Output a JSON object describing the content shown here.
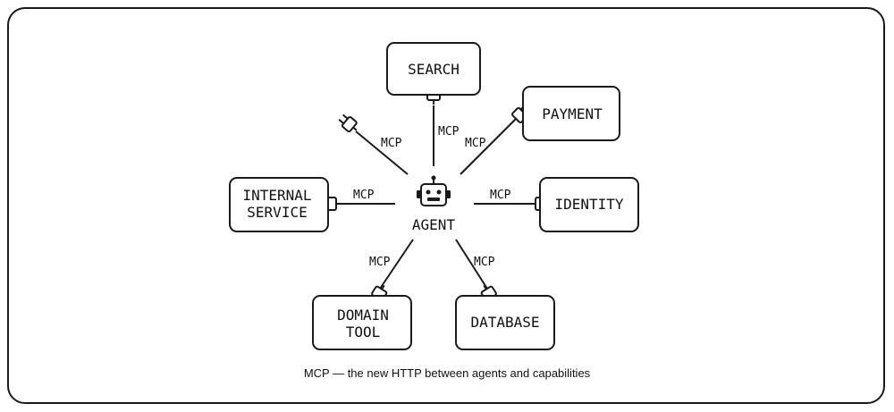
{
  "agent": {
    "label": "AGENT",
    "icon": "robot-icon"
  },
  "connector_label": "MCP",
  "plug_icon": "plug-icon",
  "capabilities": {
    "search": {
      "lines": [
        "SEARCH"
      ]
    },
    "payment": {
      "lines": [
        "PAYMENT"
      ]
    },
    "identity": {
      "lines": [
        "IDENTITY"
      ]
    },
    "database": {
      "lines": [
        "DATABASE"
      ]
    },
    "domain_tool": {
      "lines": [
        "DOMAIN",
        "TOOL"
      ]
    },
    "internal_service": {
      "lines": [
        "INTERNAL",
        "SERVICE"
      ]
    }
  },
  "caption": "MCP — the new HTTP between agents and capabilities",
  "colors": {
    "stroke": "#1a1a1a",
    "text": "#111111",
    "background": "#ffffff"
  }
}
